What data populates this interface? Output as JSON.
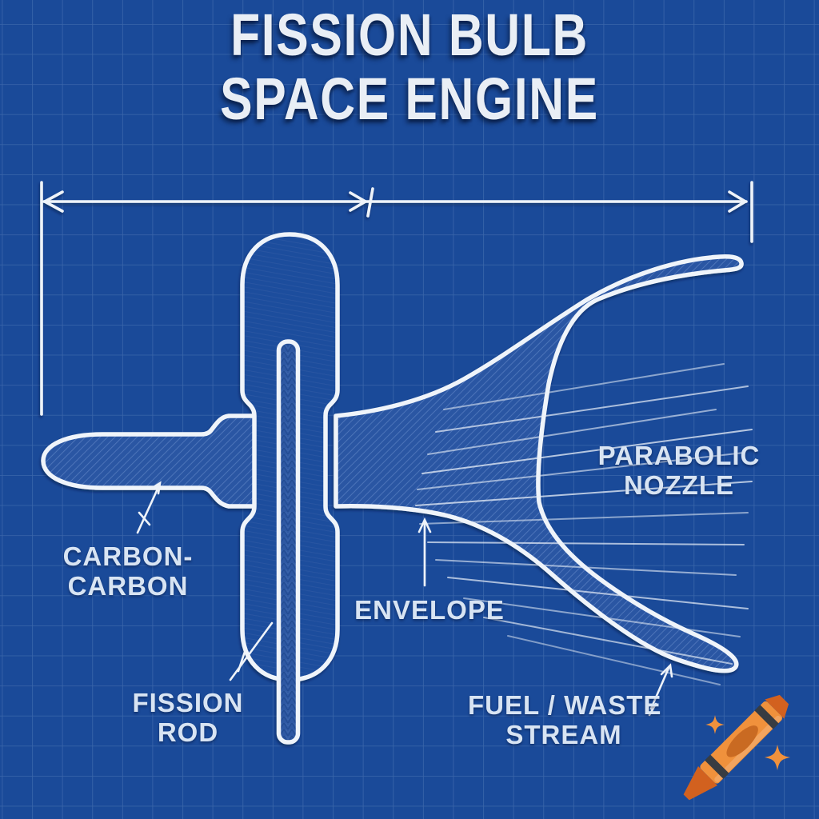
{
  "title": {
    "line1": "FISSION BULB",
    "line2": "SPACE ENGINE"
  },
  "labels": {
    "carbon_carbon": {
      "line1": "CARBON-",
      "line2": "CARBON"
    },
    "fission_rod": {
      "line1": "FISSION",
      "line2": "ROD"
    },
    "envelope": {
      "text": "ENVELOPE"
    },
    "parabolic_nozzle": {
      "line1": "PARABOLIC",
      "line2": "NOZZLE"
    },
    "fuel_waste_stream": {
      "line1": "FUEL / WASTE",
      "line2": "STREAM"
    }
  },
  "style": {
    "background_blue": "#1A4A99",
    "grid_line": "rgba(190,214,242,0.20)",
    "drawing_white": "#EFF4FA",
    "wall_fill": "#2A56A3",
    "wall_hatch": "#6E93CF",
    "rod_fill": "#2E58A3",
    "label_color": "#D8E4F3",
    "title_color": "#E9EEF5",
    "crayon_orange": "#F0913C",
    "crayon_dark_orange": "#D2611F",
    "crayon_stripe": "#383C42"
  },
  "watermark": {
    "icon": "crayon-icon",
    "sparkle_count": 2
  }
}
